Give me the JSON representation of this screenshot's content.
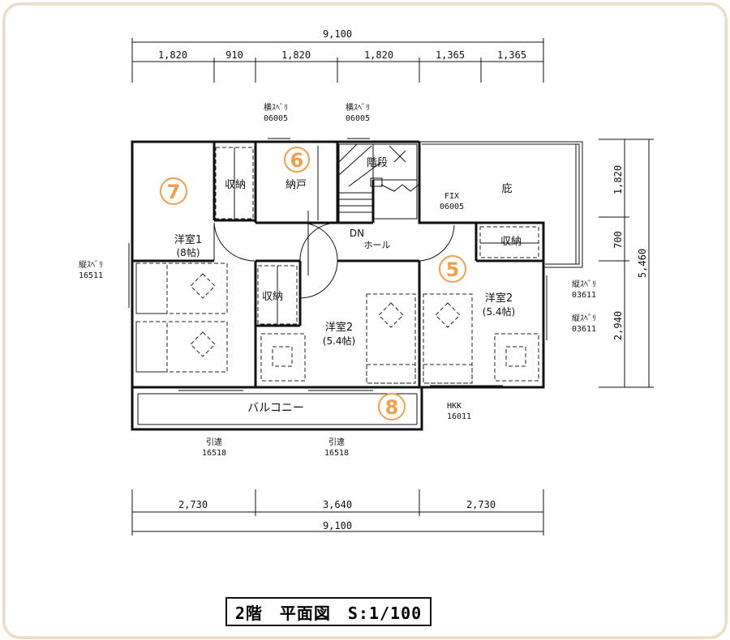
{
  "dimensions": {
    "top_total": "9,100",
    "top_segments": [
      "1,820",
      "910",
      "1,820",
      "1,820",
      "1,365",
      "1,365"
    ],
    "bottom_segments": [
      "2,730",
      "3,640",
      "2,730"
    ],
    "bottom_total": "9,100",
    "right_segments": [
      "1,820",
      "700",
      "2,940"
    ],
    "right_total": "5,460"
  },
  "rooms": {
    "closet_top": "収納",
    "storage": "納戸",
    "stairs": "階段",
    "eaves": "庇",
    "hall": "ホール",
    "down": "DN",
    "western1_name": "洋室1",
    "western1_size": "(8帖)",
    "closet_mid": "収納",
    "western2_name": "洋室2",
    "western2_size": "(5.4帖)",
    "closet_right": "収納",
    "western2b_name": "洋室2",
    "western2b_size": "(5.4帖)",
    "balcony": "バルコニー"
  },
  "windows": {
    "top_left_type": "横ｽﾍﾞﾘ",
    "top_left_code": "06005",
    "top_right_type": "横ｽﾍﾞﾘ",
    "top_right_code": "06005",
    "fix_type": "FIX",
    "fix_code": "06005",
    "left_type": "縦ｽﾍﾞﾘ",
    "left_code": "16511",
    "right1_type": "縦ｽﾍﾞﾘ",
    "right1_code": "03611",
    "right2_type": "縦ｽﾍﾞﾘ",
    "right2_code": "03611",
    "hkk_type": "HKK",
    "hkk_code": "16011",
    "bottom1_type": "引違",
    "bottom1_code": "16518",
    "bottom2_type": "引違",
    "bottom2_code": "16518"
  },
  "badges": [
    "7",
    "6",
    "5",
    "8"
  ],
  "title": "2階　平面図　S:1/100",
  "colors": {
    "badge": "#f0a04b",
    "frame": "#ecdcc6",
    "line": "#111111"
  }
}
